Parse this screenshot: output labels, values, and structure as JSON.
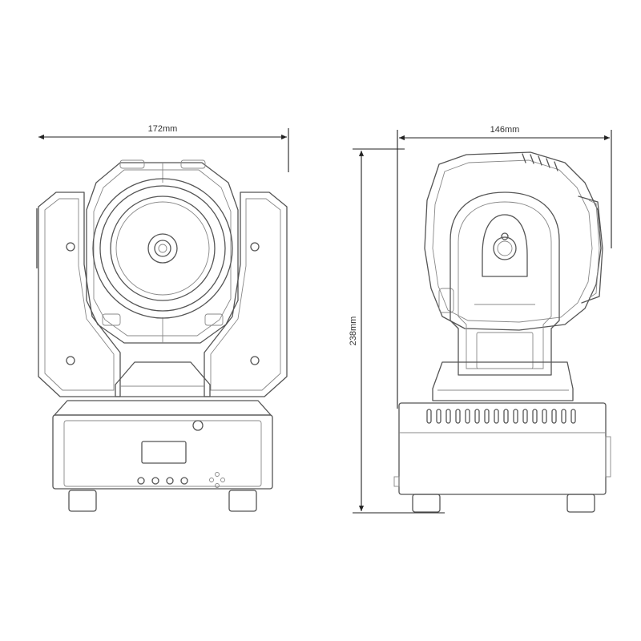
{
  "dimensions": {
    "front_width": "172mm",
    "side_depth": "146mm",
    "height": "238mm"
  },
  "colors": {
    "line": "#555555",
    "dimension_line": "#222222",
    "text": "#333333",
    "background": "#ffffff"
  }
}
